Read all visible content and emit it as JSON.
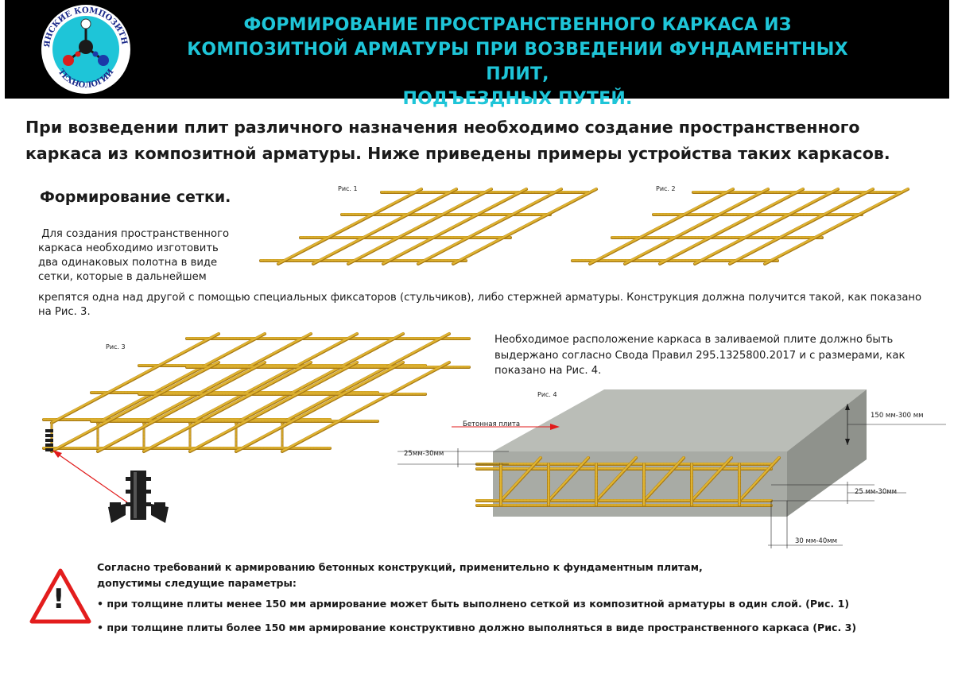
{
  "header": {
    "logo_text_top": "БРЯНСКИЕ КОМПОЗИТНЫЕ",
    "logo_text_bottom": "ТЕХНОЛОГИИ",
    "title_line1": "ФОРМИРОВАНИЕ ПРОСТРАНСТВЕННОГО КАРКАСА ИЗ",
    "title_line2": "КОМПОЗИТНОЙ АРМАТУРЫ ПРИ ВОЗВЕДЕНИИ ФУНДАМЕНТНЫХ ПЛИТ,",
    "title_line3": "ПОДЪЕЗДНЫХ ПУТЕЙ."
  },
  "intro": {
    "line1": "При возведении плит различного назначения необходимо создание пространственного",
    "line2": "каркаса из композитной арматуры. Ниже приведены примеры устройства таких каркасов."
  },
  "section": {
    "heading": "Формирование сетки.",
    "para_lines": [
      " Для создания пространственного",
      "каркаса необходимо изготовить",
      "два одинаковых полотна в виде",
      "сетки, которые в дальнейшем"
    ],
    "para_cont_line1": "крепятся одна над другой с помощью специальных фиксаторов (стульчиков), либо стержней арматуры. Конструкция должна получится такой, как показано",
    "para_cont_line2": "на Рис. 3."
  },
  "figures": {
    "fig1_label": "Рис. 1",
    "fig2_label": "Рис. 2",
    "fig3_label": "Рис. 3",
    "fig4_label": "Рис. 4"
  },
  "placement": {
    "line1": "Необходимое расположение каркаса в заливаемой плите должно быть",
    "line2": "выдержано согласно Свода Правил 295.1325800.2017 и с размерами, как",
    "line3": "показано на Рис. 4."
  },
  "fig4": {
    "concrete_label": "Бетонная плита",
    "dim_thickness": "150 мм-300 мм",
    "dim_top_cover": "25мм-30мм",
    "dim_bottom_cover": "25 мм-30мм",
    "dim_side_cover": "30 мм-40мм"
  },
  "warning": {
    "icon_glyph": "!",
    "line1": "Согласно требований к армированию бетонных конструкций, применительно к фундаментным плитам,",
    "line2": "допустимы следущие параметры:",
    "bullet1": "• при толщине плиты менее 150 мм армирование может быть выполнено сеткой из композитной арматуры в один слой. (Рис. 1)",
    "bullet2": "• при толщине плиты более 150 мм армирование конструктивно должно выполняться в виде пространственного каркаса (Рис. 3)"
  },
  "colors": {
    "header_bg": "#000000",
    "title_cyan": "#1ec5d8",
    "rebar_gold": "#e0b431",
    "rebar_dark": "#a87a14",
    "concrete": "#b9bcb5",
    "arrow_red": "#e11a1a",
    "warning_red": "#e31d1d"
  }
}
